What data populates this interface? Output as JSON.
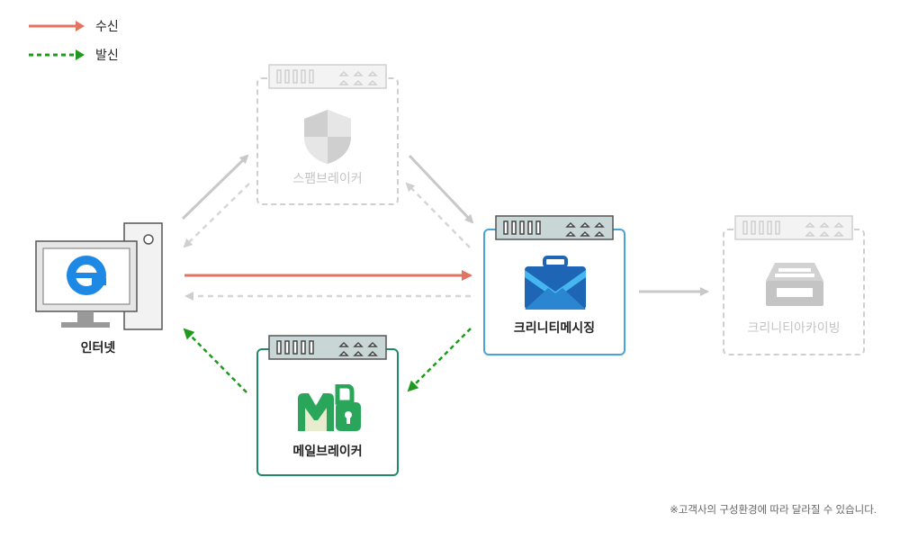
{
  "legend": {
    "receive_label": "수신",
    "send_label": "발신",
    "receive_color": "#e2735f",
    "send_color": "#1f9a1f"
  },
  "nodes": {
    "internet_label": "인터넷",
    "spam_breaker_label": "스팸브레이커",
    "messaging_label": "크리니티메시징",
    "archiving_label": "크리니티아카이빙",
    "mail_breaker_label": "메일브레이커"
  },
  "icons": {
    "internet": "browser-e-icon",
    "spam_breaker": "shield-icon",
    "messaging": "mail-briefcase-icon",
    "archiving": "archive-box-icon",
    "mail_breaker": "mb-lock-icon",
    "server": "server-rack-icon"
  },
  "footnote": "※고객사의 구성환경에 따라 달라질 수 있습니다."
}
